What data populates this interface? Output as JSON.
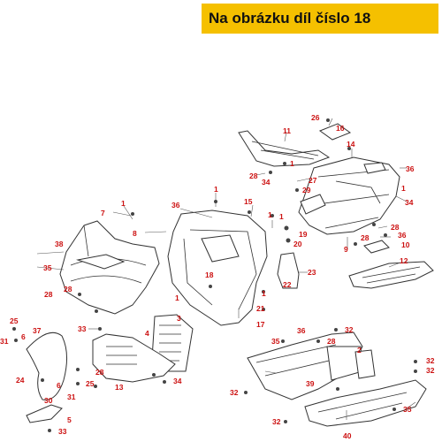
{
  "banner": {
    "text": "Na obrázku díl číslo 18",
    "color": "#F5C000"
  },
  "colors": {
    "label": "#CC1111",
    "line": "#333333"
  },
  "labels": [
    "26",
    "16",
    "11",
    "14",
    "1",
    "36",
    "28",
    "34",
    "27",
    "29",
    "1",
    "34",
    "1",
    "7",
    "36",
    "1",
    "15",
    "1",
    "1",
    "19",
    "20",
    "8",
    "38",
    "28",
    "35",
    "23",
    "12",
    "28",
    "9",
    "36",
    "10",
    "22",
    "18",
    "1",
    "21",
    "28",
    "17",
    "32",
    "25",
    "37",
    "6",
    "31",
    "33",
    "3",
    "4",
    "36",
    "35",
    "28",
    "2",
    "32",
    "32",
    "24",
    "6",
    "31",
    "25",
    "13",
    "28",
    "34",
    "39",
    "32",
    "30",
    "5",
    "33",
    "40",
    "32",
    "35",
    "1",
    "28"
  ]
}
